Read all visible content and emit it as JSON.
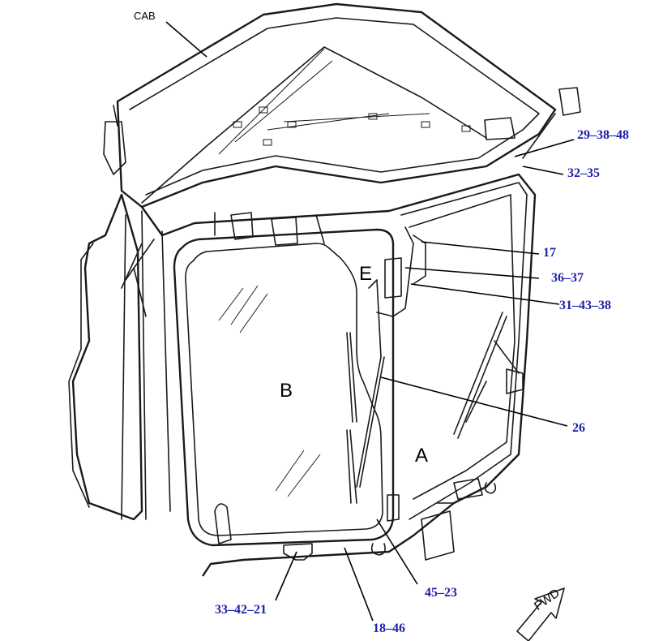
{
  "diagram": {
    "cab_label": "CAB",
    "zones": {
      "a": "A",
      "b": "B",
      "e": "E"
    },
    "fwd_label": "FWD",
    "callouts": {
      "c_29_38_48": "29–38–48",
      "c_32_35": "32–35",
      "c_17": "17",
      "c_36_37": "36–37",
      "c_31_43_38": "31–43–38",
      "c_26": "26",
      "c_45_23": "45–23",
      "c_33_42_21": "33–42–21",
      "c_18_46": "18–46"
    },
    "colors": {
      "callout": "#1f1fa8",
      "line": "#1a1a1a"
    }
  }
}
